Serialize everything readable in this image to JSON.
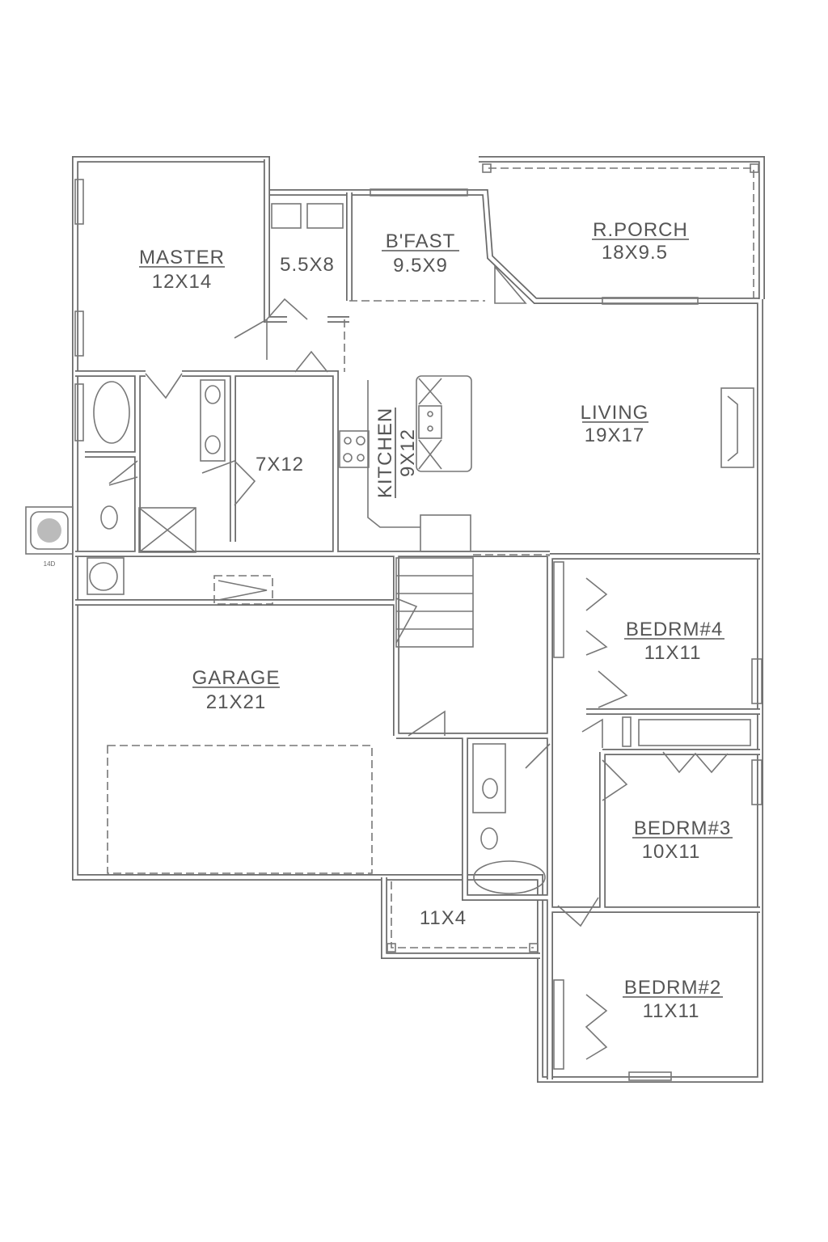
{
  "rooms": {
    "master": {
      "name": "MASTER",
      "size": "12X14"
    },
    "closet_master": {
      "size": "5.5X8"
    },
    "bfast": {
      "name": "B'FAST",
      "size": "9.5X9"
    },
    "porch_rear": {
      "name": "R.PORCH",
      "size": "18X9.5"
    },
    "living": {
      "name": "LIVING",
      "size": "19X17"
    },
    "kitchen": {
      "name": "KITCHEN",
      "size": "9X12"
    },
    "closet_walkin": {
      "size": "7X12"
    },
    "garage": {
      "name": "GARAGE",
      "size": "21X21"
    },
    "bedroom4": {
      "name": "BEDRM#4",
      "size": "11X11"
    },
    "bedroom3": {
      "name": "BEDRM#3",
      "size": "10X11"
    },
    "bedroom2": {
      "name": "BEDRM#2",
      "size": "11X11"
    },
    "porch_front": {
      "size": "11X4"
    }
  },
  "hvac": {
    "label": "14D"
  }
}
